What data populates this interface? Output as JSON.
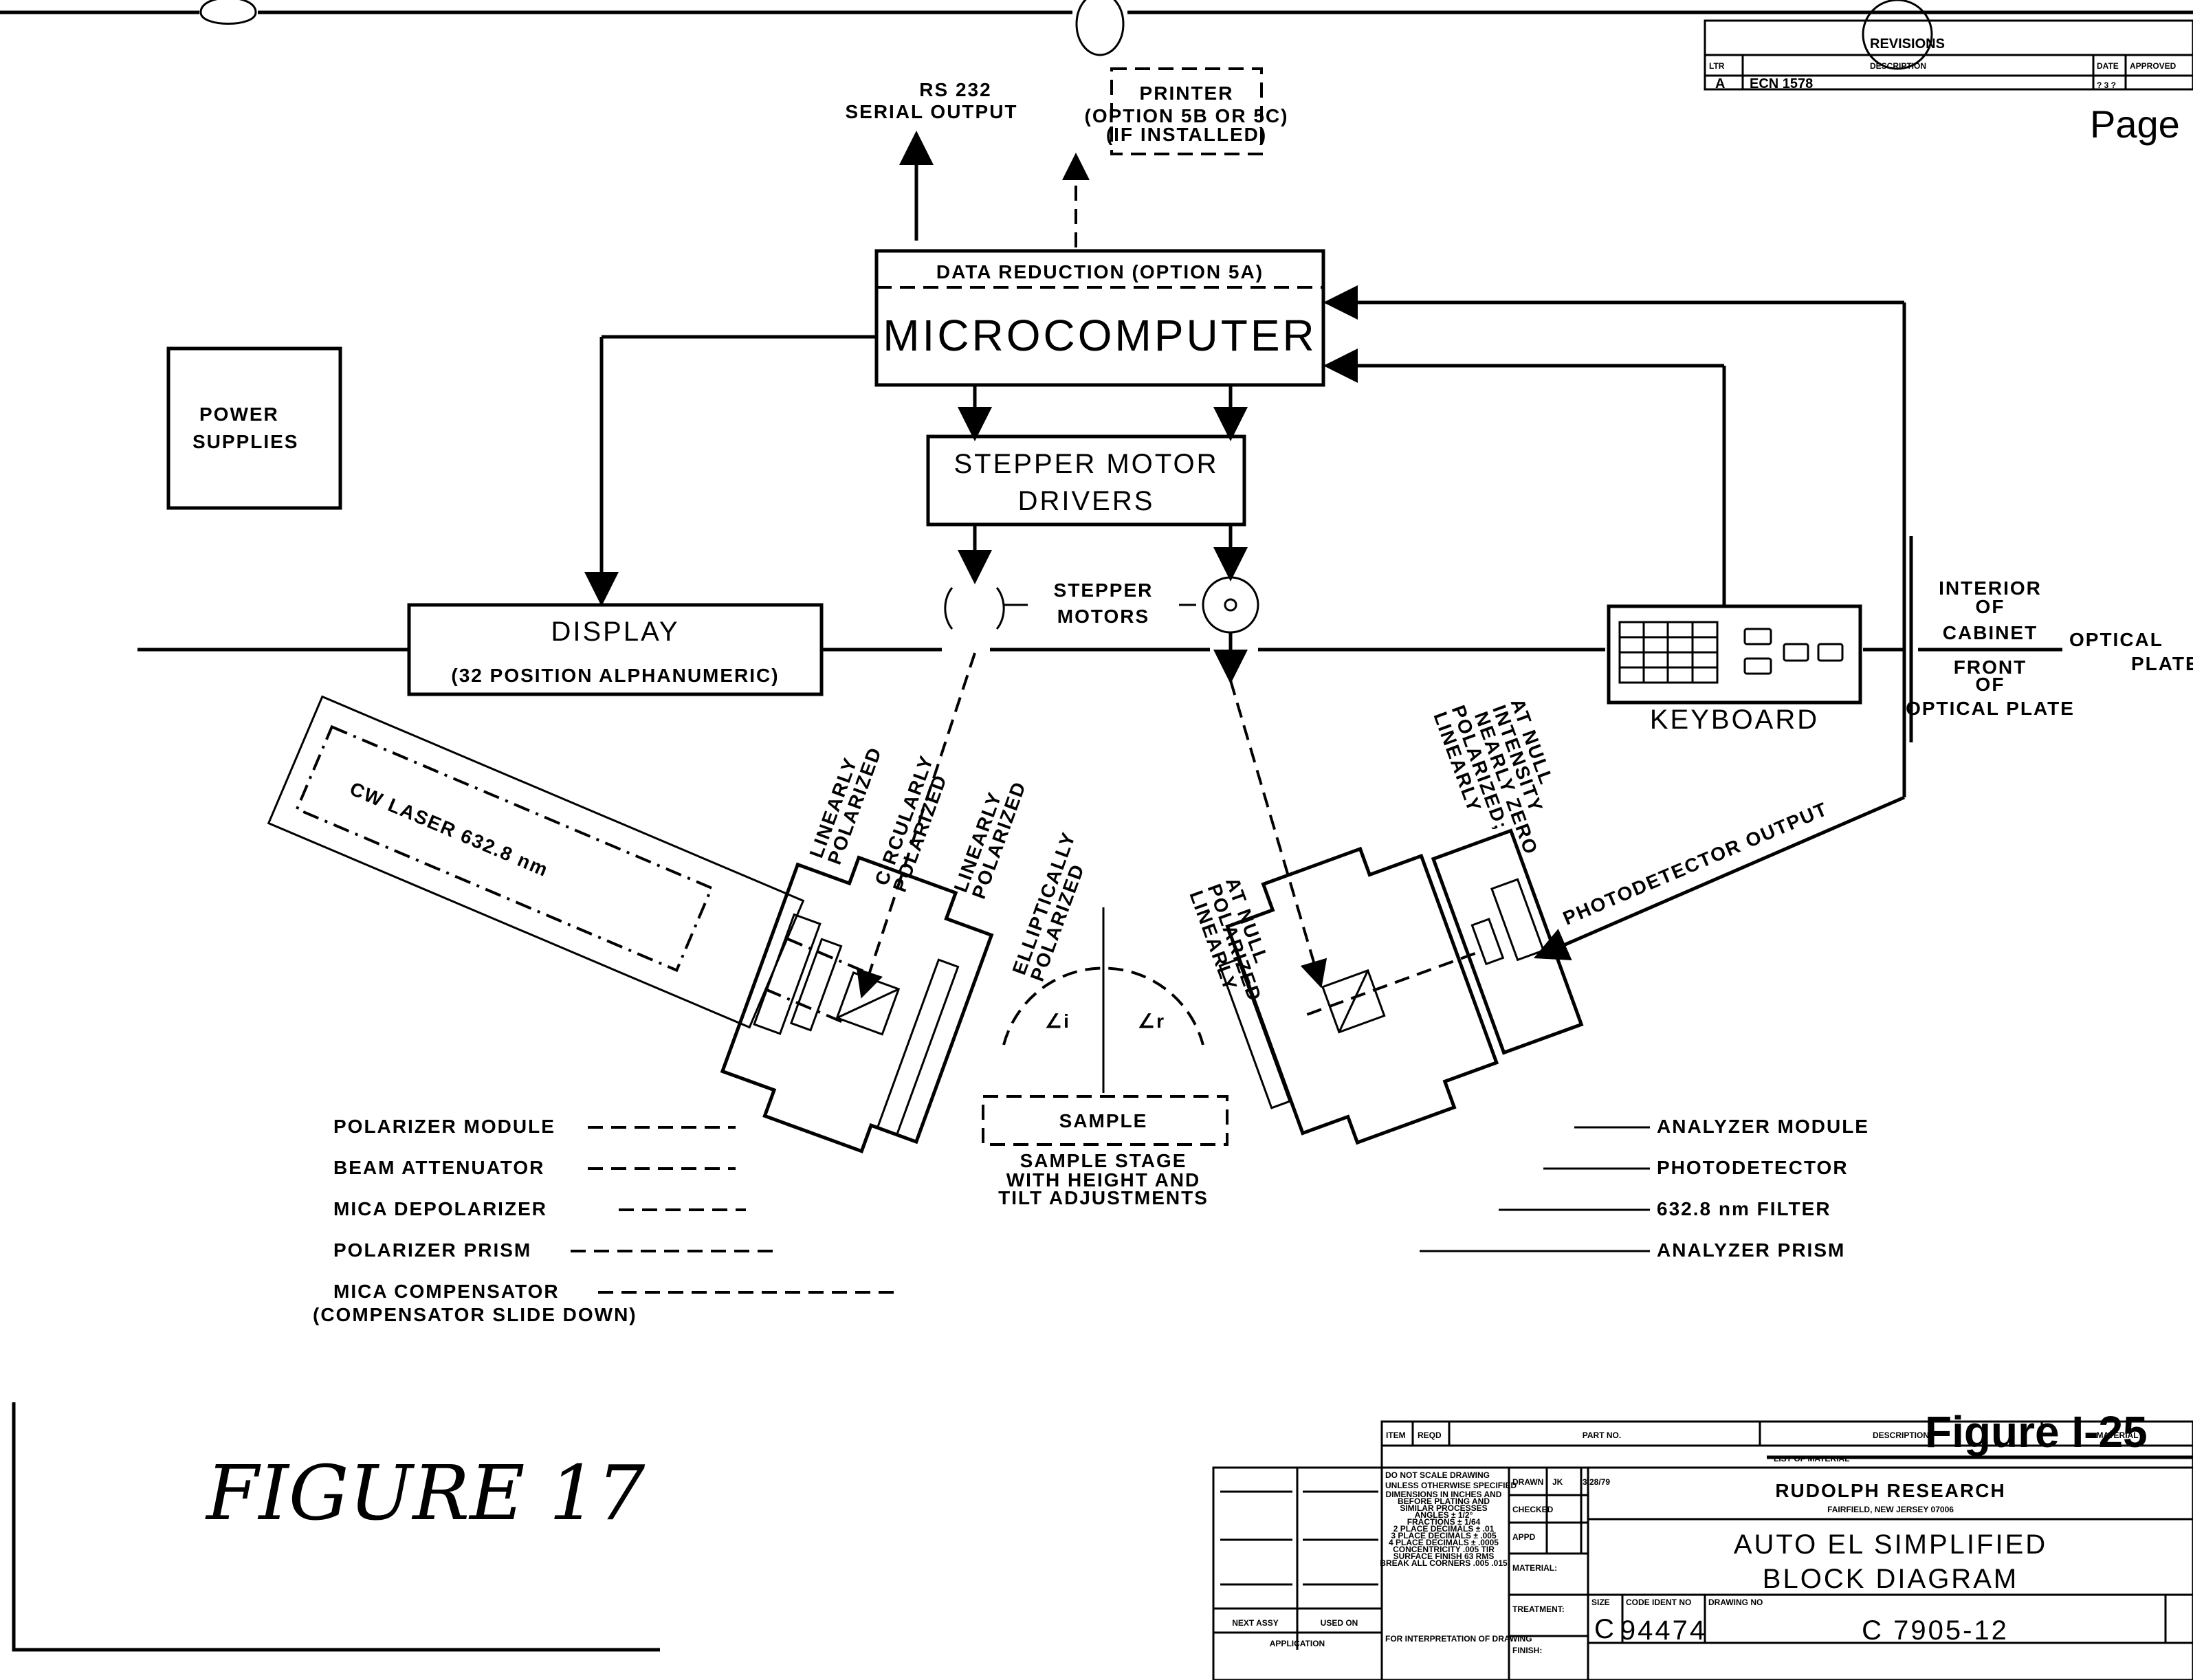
{
  "document": {
    "page_label": "Page I",
    "figure_label": "Figure I-25",
    "handwritten_label": "FIGURE 17"
  },
  "revisions": {
    "title": "REVISIONS",
    "headers": [
      "LTR",
      "DESCRIPTION",
      "DATE",
      "APPROVED"
    ],
    "rows": [
      {
        "ltr": "A",
        "description": "ECN 1578",
        "date": "? 3 ?",
        "approved": ""
      }
    ]
  },
  "blocks": {
    "rs232": {
      "line1": "RS 232",
      "line2": "SERIAL OUTPUT"
    },
    "printer": {
      "line1": "PRINTER",
      "line2": "(OPTION 5B OR 5C)",
      "line3": "(IF INSTALLED)"
    },
    "data_reduction": "DATA REDUCTION (OPTION 5A)",
    "microcomputer": "MICROCOMPUTER",
    "stepper_drivers": {
      "line1": "STEPPER MOTOR",
      "line2": "DRIVERS"
    },
    "power_supplies": {
      "line1": "POWER",
      "line2": "SUPPLIES"
    },
    "display": {
      "line1": "DISPLAY",
      "line2": "(32 POSITION ALPHANUMERIC)"
    },
    "stepper_motors": {
      "line1": "STEPPER",
      "line2": "MOTORS"
    },
    "keyboard": "KEYBOARD",
    "cabinet_interior": {
      "line1": "INTERIOR",
      "line2": "OF",
      "line3": "CABINET"
    },
    "front_plate": {
      "line1": "FRONT",
      "line2": "OF",
      "line3": "OPTICAL PLATE"
    },
    "optical_plate": {
      "line1": "OPTICAL",
      "line2": "PLATE"
    },
    "photodetector_output": "PHOTODETECTOR OUTPUT",
    "laser": "CW LASER 632.8 nm",
    "sample": "SAMPLE",
    "sample_stage": {
      "line1": "SAMPLE STAGE",
      "line2": "WITH HEIGHT AND",
      "line3": "TILT ADJUSTMENTS"
    },
    "angle_incident": "∠i",
    "angle_reflected": "∠r"
  },
  "beam_states": [
    {
      "line1": "LINEARLY",
      "line2": "POLARIZED"
    },
    {
      "line1": "CIRCULARLY",
      "line2": "POLARIZED"
    },
    {
      "line1": "LINEARLY",
      "line2": "POLARIZED"
    },
    {
      "line1": "ELLIPTICALLY",
      "line2": "POLARIZED"
    },
    {
      "line1": "LINEARLY",
      "line2": "POLARIZED",
      "line3": "AT NULL"
    },
    {
      "line1": "LINEARLY",
      "line2": "POLARIZED;",
      "line3": "NEARLY ZERO",
      "line4": "INTENSITY",
      "line5": "AT NULL"
    }
  ],
  "left_callouts": [
    "POLARIZER MODULE",
    "BEAM ATTENUATOR",
    "MICA DEPOLARIZER",
    "POLARIZER PRISM",
    "MICA COMPENSATOR",
    "(COMPENSATOR SLIDE DOWN)"
  ],
  "right_callouts": [
    "ANALYZER MODULE",
    "PHOTODETECTOR",
    "632.8 nm FILTER",
    "ANALYZER PRISM"
  ],
  "title_block": {
    "bom_headers": [
      "ITEM",
      "REQD",
      "PART NO.",
      "DESCRIPTION",
      "MATERIAL"
    ],
    "bom_title": "LIST OF MATERIAL",
    "tolerance_note": [
      "DO NOT SCALE DRAWING",
      "UNLESS OTHERWISE SPECIFIED",
      "DIMENSIONS IN INCHES AND",
      "BEFORE PLATING AND",
      "SIMILAR PROCESSES",
      "ANGLES ± 1/2°",
      "FRACTIONS ± 1/64",
      "2 PLACE DECIMALS ± .01",
      "3 PLACE DECIMALS ± .005",
      "4 PLACE DECIMALS ± .0005",
      "CONCENTRICITY .005 TIR",
      "SURFACE FINISH 63 RMS",
      "BREAK ALL CORNERS .005 .015"
    ],
    "interp_note": "FOR INTERPRETATION OF DRAWING",
    "drawn_label": "DRAWN",
    "drawn_by": "JK",
    "drawn_date": "3/28/79",
    "checked_label": "CHECKED",
    "approved_label": "APPD",
    "material_label": "MATERIAL:",
    "treatment_label": "TREATMENT:",
    "finish_label": "FINISH:",
    "next_assy": "NEXT ASSY",
    "used_on": "USED ON",
    "application": "APPLICATION",
    "company": "RUDOLPH RESEARCH",
    "address": "FAIRFIELD, NEW JERSEY 07006",
    "title_line1": "AUTO EL SIMPLIFIED",
    "title_line2": "BLOCK DIAGRAM",
    "size_label": "SIZE",
    "size": "C",
    "code_ident_label": "CODE IDENT NO",
    "code_ident": "94474",
    "drawing_no_label": "DRAWING NO",
    "drawing_no": "C 7905-12"
  }
}
